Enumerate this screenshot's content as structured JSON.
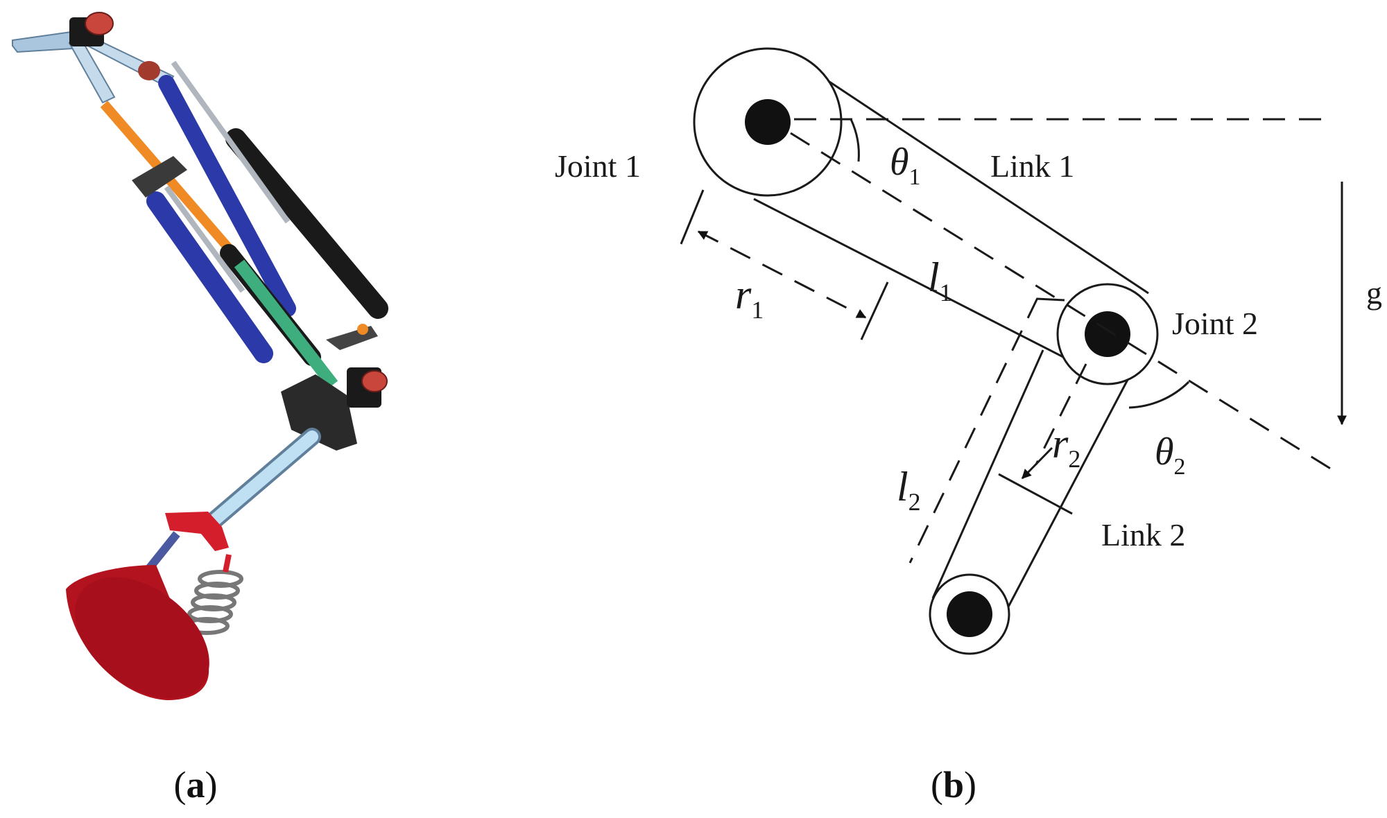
{
  "panel_a": {
    "caption_open": "(",
    "caption_letter": "a",
    "caption_close": ")",
    "colors": {
      "frame": "#aac6df",
      "orange_rod": "#f08a24",
      "blue_cylinder": "#2b3aa8",
      "black_cylinder": "#1a1a1a",
      "green_rod": "#3fae7f",
      "shank": "#bfe0f2",
      "foot": "#b3121f",
      "motor_cap": "#c8463c"
    }
  },
  "panel_b": {
    "caption_open": "(",
    "caption_letter": "b",
    "caption_close": ")",
    "joint1_label": "Joint 1",
    "joint2_label": "Joint 2",
    "link1_label": "Link 1",
    "link2_label": "Link 2",
    "gravity_label": "g",
    "theta1": {
      "sym": "θ",
      "sub": "1"
    },
    "theta2": {
      "sym": "θ",
      "sub": "2"
    },
    "l1": {
      "sym": "l",
      "sub": "1"
    },
    "l2": {
      "sym": "l",
      "sub": "2"
    },
    "r1": {
      "sym": "r",
      "sub": "1"
    },
    "r2": {
      "sym": "r",
      "sub": "2"
    }
  }
}
